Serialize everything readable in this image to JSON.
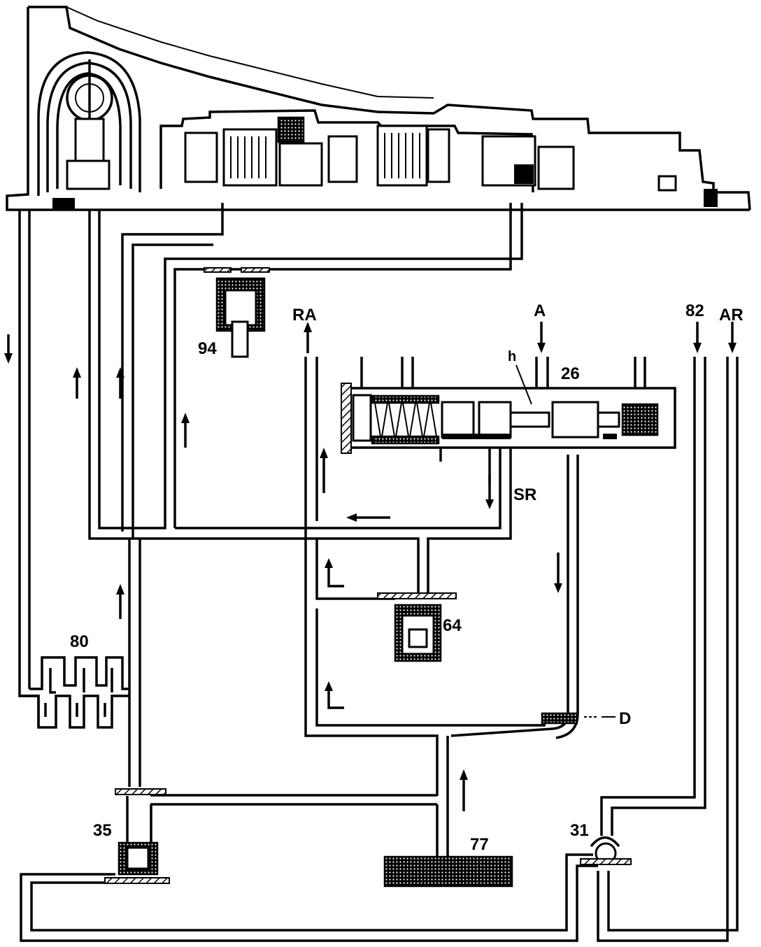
{
  "labels": {
    "ra": "RA",
    "a": "A",
    "r82": "82",
    "ar": "AR",
    "r94": "94",
    "h": "h",
    "r26": "26",
    "sr": "SR",
    "r80": "80",
    "r64": "64",
    "d": "D",
    "r35": "35",
    "r77": "77",
    "r31": "31"
  }
}
